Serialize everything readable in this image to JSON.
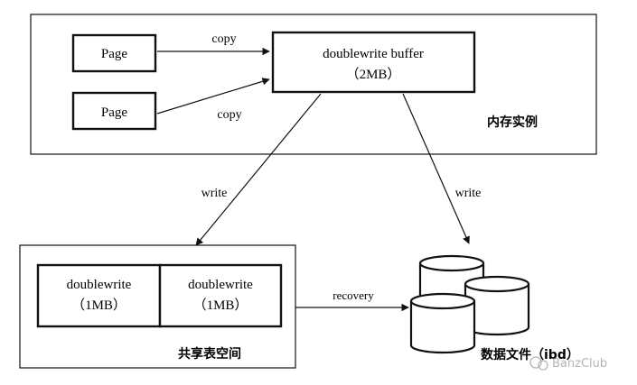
{
  "memory": {
    "label": "内存实例",
    "page_1": "Page",
    "page_2": "Page",
    "copy_1": "copy",
    "copy_2": "copy",
    "buffer_title": "doublewrite buffer",
    "buffer_size": "（2MB）"
  },
  "shared_tablespace": {
    "label": "共享表空间",
    "segment_1_title": "doublewrite",
    "segment_1_size": "（1MB）",
    "segment_2_title": "doublewrite",
    "segment_2_size": "（1MB）"
  },
  "arrows": {
    "write_left": "write",
    "write_right": "write",
    "recovery": "recovery"
  },
  "data_files": {
    "label": "数据文件（ibd）"
  },
  "watermark": "BanzClub",
  "colors": {
    "stroke": "#111111",
    "background": "#ffffff"
  }
}
